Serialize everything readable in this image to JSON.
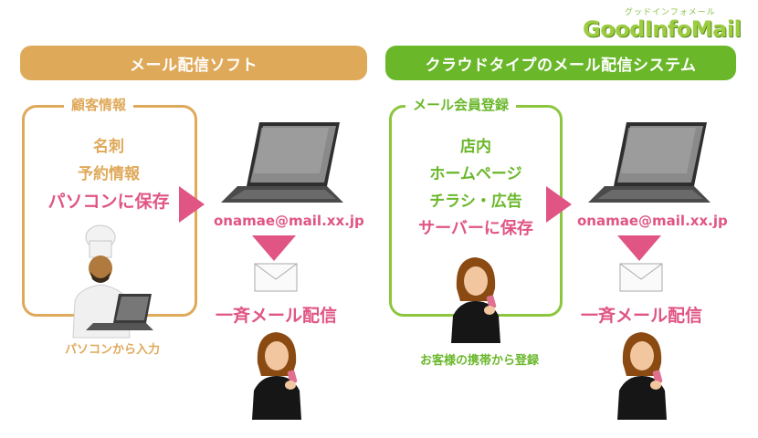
{
  "logo": {
    "sub": "グッドインフォメール",
    "main": "GoodInfoMail"
  },
  "left": {
    "header": "メール配信ソフト",
    "frame_label": "顧客情報",
    "lines": [
      "名刺",
      "予約情報",
      "パソコンに保存"
    ],
    "caption": "パソコンから入力",
    "email": "onamae@mail.xx.jp",
    "mass_mail": "一斉メール配信"
  },
  "right": {
    "header": "クラウドタイプのメール配信システム",
    "frame_label": "メール会員登録",
    "lines": [
      "店内",
      "ホームページ",
      "チラシ・広告",
      "サーバーに保存"
    ],
    "caption": "お客様の携帯から登録",
    "email": "onamae@mail.xx.jp",
    "mass_mail": "一斉メール配信"
  },
  "colors": {
    "orange": "#dfa95a",
    "green": "#6ab72a",
    "pink": "#e05584"
  }
}
